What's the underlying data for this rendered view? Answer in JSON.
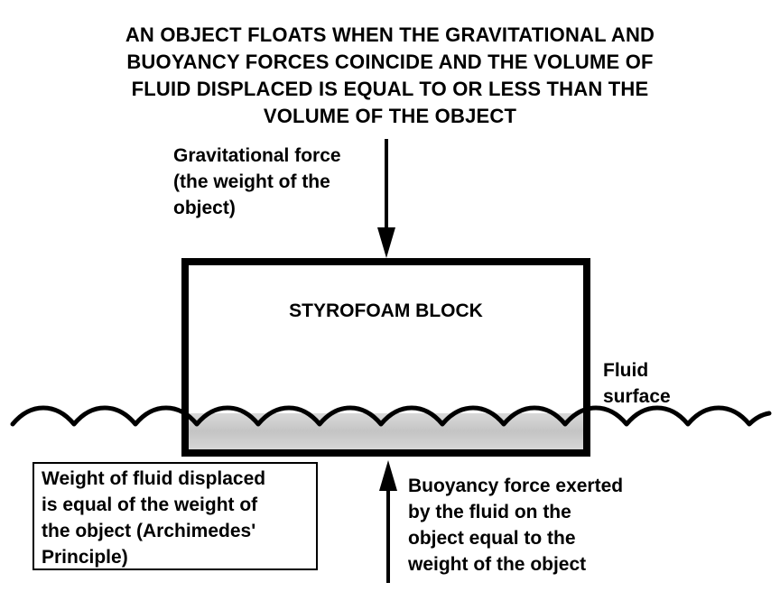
{
  "title_lines": [
    "AN OBJECT FLOATS WHEN THE GRAVITATIONAL AND",
    "BUOYANCY FORCES COINCIDE AND THE VOLUME OF",
    "FLUID DISPLACED IS EQUAL TO OR LESS THAN THE",
    "VOLUME OF THE OBJECT"
  ],
  "gravitational_lines": [
    "Gravitational force",
    "(the weight of the",
    "object)"
  ],
  "block_label": "STYROFOAM BLOCK",
  "fluid_lines": [
    "Fluid",
    "surface"
  ],
  "displaced_lines": [
    "Weight of fluid displaced",
    "is equal of the weight of",
    "the object (Archimedes'",
    "Principle)"
  ],
  "buoyancy_lines": [
    "Buoyancy force exerted",
    "by the fluid on the",
    "object equal to the",
    "weight of the object"
  ]
}
